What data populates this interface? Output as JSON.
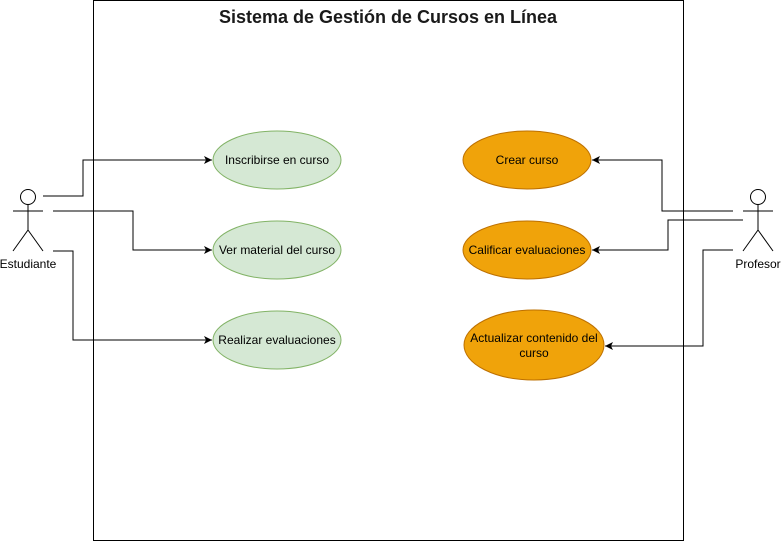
{
  "diagram": {
    "system_title": "Sistema de Gestión de Cursos en Línea",
    "actors": {
      "student": {
        "label": "Estudiante"
      },
      "teacher": {
        "label": "Profesor"
      }
    },
    "use_cases": {
      "enroll": {
        "label": "Inscribirse en curso",
        "actor": "Estudiante"
      },
      "view_material": {
        "label": "Ver material del curso",
        "actor": "Estudiante"
      },
      "take_assessments": {
        "label": "Realizar evaluaciones",
        "actor": "Estudiante"
      },
      "create_course": {
        "label": "Crear curso",
        "actor": "Profesor"
      },
      "grade_assessments": {
        "label": "Calificar evaluaciones",
        "actor": "Profesor"
      },
      "update_content": {
        "label_line1": "Actualizar contenido del",
        "label_line2": "curso",
        "actor": "Profesor"
      }
    },
    "colors": {
      "student_usecase_fill": "#d5e8d4",
      "student_usecase_stroke": "#82b366",
      "teacher_usecase_fill": "#f0a30a",
      "teacher_usecase_stroke": "#bd7000",
      "lines": "#000000"
    }
  }
}
